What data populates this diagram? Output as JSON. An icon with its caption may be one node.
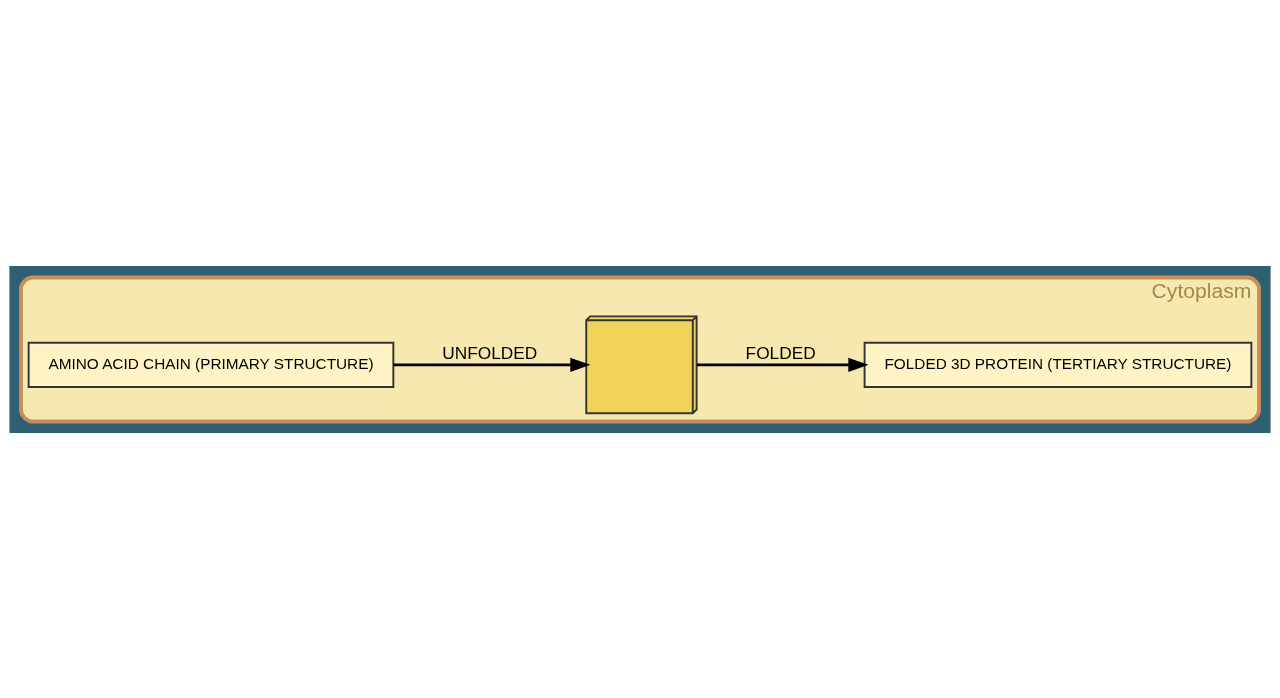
{
  "diagram": {
    "nodes": [
      {
        "text": [
          "Cytoplasm"
        ]
      },
      {
        "text": [
          "AMINO ACID CHAIN (PRIMARY STRUCTURE)"
        ],
        "in": 0
      },
      {
        "text": [],
        "shape": "picture",
        "in": 0
      },
      {
        "text": [
          "FOLDED 3D PROTEIN (TERTIARY STRUCTURE)"
        ],
        "in": 0
      }
    ],
    "edges": [
      {
        "from": 1,
        "to": 2,
        "arrow": "to",
        "label": "UNFOLDED"
      },
      {
        "from": 2,
        "to": 3,
        "arrow": "to",
        "label": "FOLDED"
      }
    ]
  }
}
